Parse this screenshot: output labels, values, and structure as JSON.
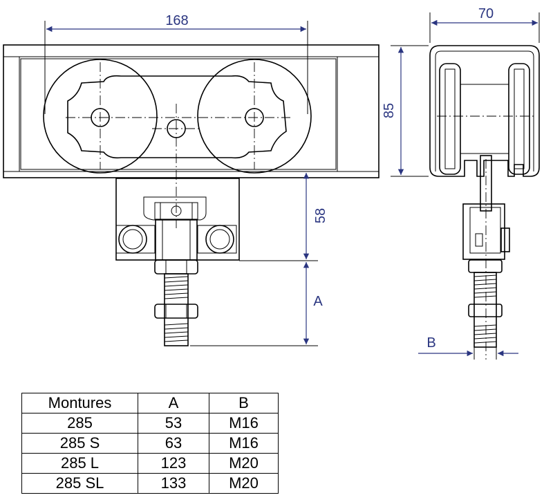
{
  "dimensions": {
    "width": "168",
    "height_side": "85",
    "depth": "70",
    "drop": "58",
    "a": "A",
    "b": "B"
  },
  "table": {
    "headers": [
      "Montures",
      "A",
      "B"
    ],
    "rows": [
      [
        "285",
        "53",
        "M16"
      ],
      [
        "285 S",
        "63",
        "M16"
      ],
      [
        "285 L",
        "123",
        "M20"
      ],
      [
        "285 SL",
        "133",
        "M20"
      ]
    ]
  }
}
